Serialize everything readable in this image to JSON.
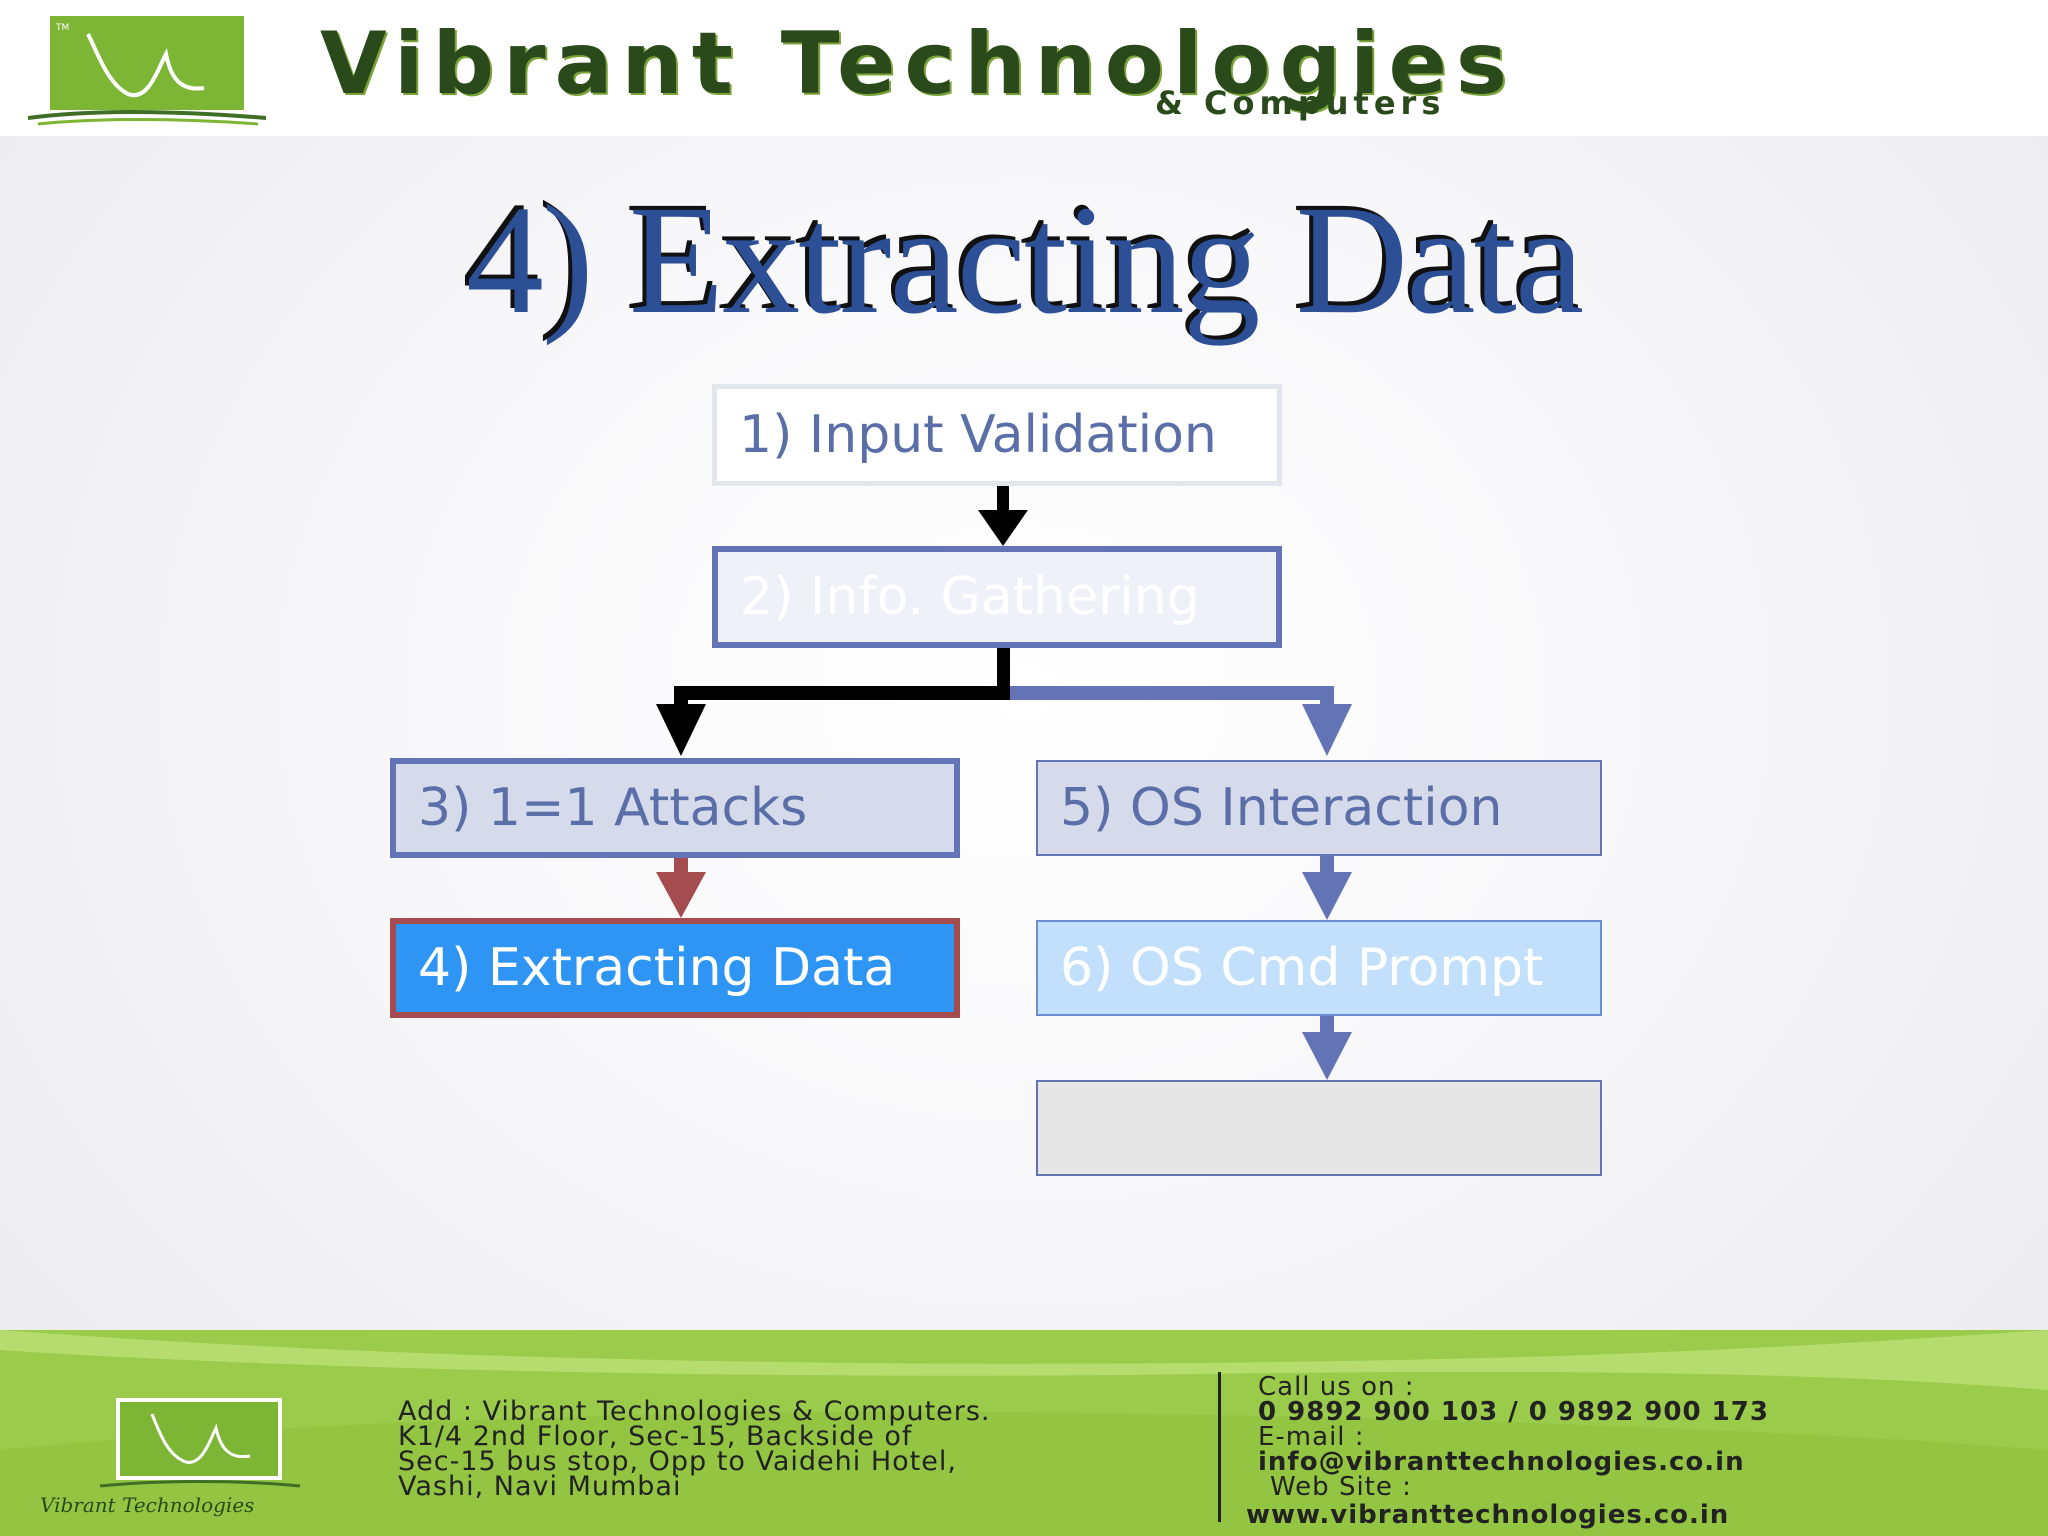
{
  "header": {
    "brand_name": "Vibrant Technologies",
    "brand_sub": "& Computers",
    "logo_mark": "TM"
  },
  "slide": {
    "title": "4) Extracting Data"
  },
  "diagram": {
    "boxes": [
      {
        "label": "1) Input Validation"
      },
      {
        "label": "2) Info. Gathering"
      },
      {
        "label": "3) 1=1 Attacks"
      },
      {
        "label": "4) Extracting Data"
      },
      {
        "label": "5) OS Interaction"
      },
      {
        "label": "6) OS Cmd Prompt"
      },
      {
        "label": ""
      }
    ],
    "colors": {
      "highlight_fill": "#2f95f5",
      "highlight_border": "#a44c4e",
      "box_border": "#6274b6",
      "arrow_black": "#000000",
      "arrow_blue": "#6274b6",
      "arrow_red": "#a44c4e"
    }
  },
  "footer": {
    "logo_text": "Vibrant Technologies",
    "address_lines": [
      "Add : Vibrant Technologies & Computers.",
      "K1/4 2nd Floor, Sec-15, Backside of",
      "Sec-15 bus stop, Opp to Vaidehi Hotel,",
      "Vashi, Navi Mumbai"
    ],
    "call_label": "Call us on :",
    "phones": "0 9892 900 103 /  0 9892 900 173",
    "email_label": "E-mail :",
    "email": "info@vibranttechnologies.co.in",
    "website_label": "Web Site :",
    "website": "www.vibranttechnologies.co.in"
  }
}
